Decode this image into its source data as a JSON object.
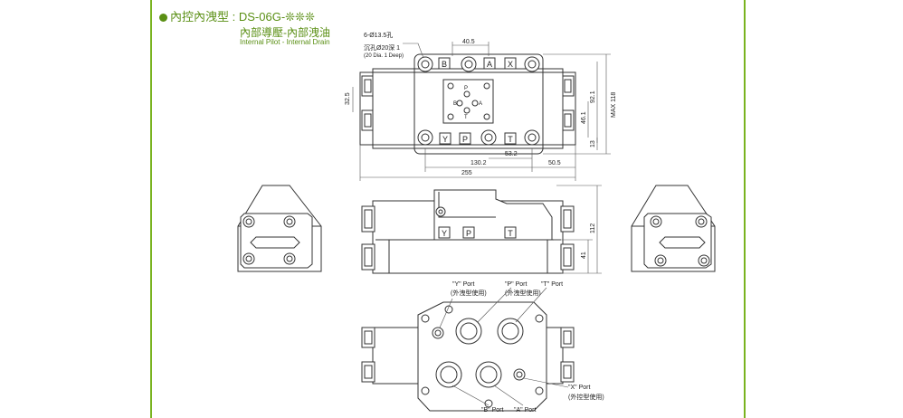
{
  "header": {
    "title_zh": "內控內洩型 :",
    "model": "DS-06G-",
    "model_suffix": "❊❊❊",
    "subtitle_zh": "內部導壓-內部洩油",
    "subtitle_en": "Internal Pilot - Internal Drain"
  },
  "top_view": {
    "note_holes": "6-Ø13.5孔",
    "note_counterbore": "沉孔Ø20深 1",
    "note_counterbore_en": "(20 Dia. 1 Deep)",
    "port_letters_top": [
      "B",
      "A",
      "X"
    ],
    "port_letters_bottom": [
      "Y",
      "P",
      "T"
    ],
    "pad_letters": [
      "P",
      "B",
      "A",
      "T"
    ],
    "dims": {
      "d_40_5": "40.5",
      "d_32_5": "32.5",
      "d_92_1": "92.1",
      "d_max_118": "MAX 118",
      "d_46_1": "46.1",
      "d_13": "13",
      "d_53_2": "53.2",
      "d_130_2": "130.2",
      "d_50_5": "50.5",
      "d_255": "255"
    }
  },
  "front_view": {
    "port_letters": [
      "Y",
      "P",
      "T"
    ],
    "dims": {
      "d_112": "112",
      "d_41": "41"
    }
  },
  "bottom_view": {
    "labels": {
      "y_port": "\"Y\" Port",
      "y_port_note": "(外洩型使用)",
      "p_port": "\"P\" Port",
      "t_port": "\"T\" Port",
      "x_port": "\"X\" Port",
      "x_port_note": "(外控型使用)",
      "b_port": "\"B\" Port",
      "a_port": "\"A\" Port"
    }
  },
  "colors": {
    "accent": "#5a8f14",
    "border": "#79b31f",
    "line": "#333333"
  }
}
